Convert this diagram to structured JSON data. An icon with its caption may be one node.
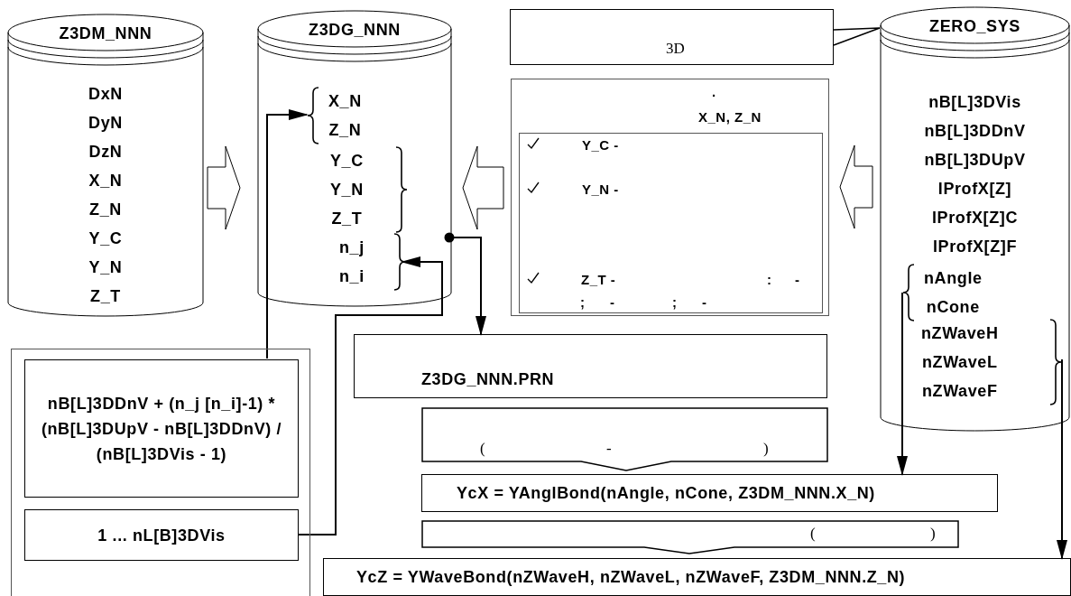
{
  "diagram": {
    "nodes": [
      {
        "text": [
          "Z3DM_NNN",
          "DxN DyN DzN X_N Z_N Y_C Y_N Z_T"
        ]
      },
      {
        "text": [
          "Z3DG_NNN"
        ]
      },
      {
        "text": [
          "X_N Z_N"
        ],
        "in": 1
      },
      {
        "text": [
          "Y_C Y_N Z_T"
        ],
        "in": 1
      },
      {
        "text": [
          "n_j n_i"
        ],
        "in": 1
      },
      {
        "text": [
          "3D"
        ]
      },
      {
        "text": [
          "ZERO_SYS",
          "nB[L]3DVis nB[L]3DDnV nB[L]3DUpV lProfX[Z] lProfX[Z]C lProfX[Z]F"
        ]
      },
      {
        "text": [
          "nAngle nCone"
        ],
        "in": 6
      },
      {
        "text": [
          "nZWaveH nZWaveL nZWaveF"
        ],
        "in": 6
      },
      {
        "text": [
          ".",
          "X_N, Z_N"
        ]
      },
      {
        "text": [
          "Y_C -",
          "Y_N -",
          "Z_T -",
          ":",
          "-",
          ";",
          "-",
          ";",
          "-"
        ],
        "in": 9
      },
      {
        "text": [],
        "shape": "box"
      },
      {
        "text": [
          "nB[L]3DDnV + (n_j [n_i]-1) * (nB[L]3DUpV - nB[L]3DDnV) / (nB[L]3DVis - 1)"
        ],
        "in": 11
      },
      {
        "text": [
          "1 ... nL[B]3DVis"
        ],
        "in": 11
      },
      {
        "text": [
          "Z3DG_NNN.PRN"
        ]
      },
      {
        "text": [
          "(",
          "-",
          ")"
        ]
      },
      {
        "text": [
          "YcX = YAnglBond(nAngle, nCone, Z3DM_NNN.X_N)"
        ]
      },
      {
        "text": [
          "(",
          ")"
        ]
      },
      {
        "text": [
          "YcZ = YWaveBond(nZWaveH, nZWaveL, nZWaveF, Z3DM_NNN.Z_N)"
        ]
      }
    ],
    "edges": [
      {
        "from": 0,
        "to": 1,
        "arrow": "to",
        "style": "thick"
      },
      {
        "from": 9,
        "to": 1,
        "arrow": "to",
        "style": "thick"
      },
      {
        "from": 6,
        "to": 9,
        "arrow": "to",
        "style": "thick"
      },
      {
        "from": 5,
        "to": 6,
        "arrow": "none"
      },
      {
        "from": 12,
        "to": 2,
        "arrow": "to"
      },
      {
        "from": 13,
        "to": 4,
        "arrow": "to"
      },
      {
        "from": 1,
        "to": 14,
        "arrow": "to"
      },
      {
        "from": 7,
        "to": 16,
        "arrow": "to"
      },
      {
        "from": 8,
        "to": 18,
        "arrow": "to"
      }
    ]
  }
}
